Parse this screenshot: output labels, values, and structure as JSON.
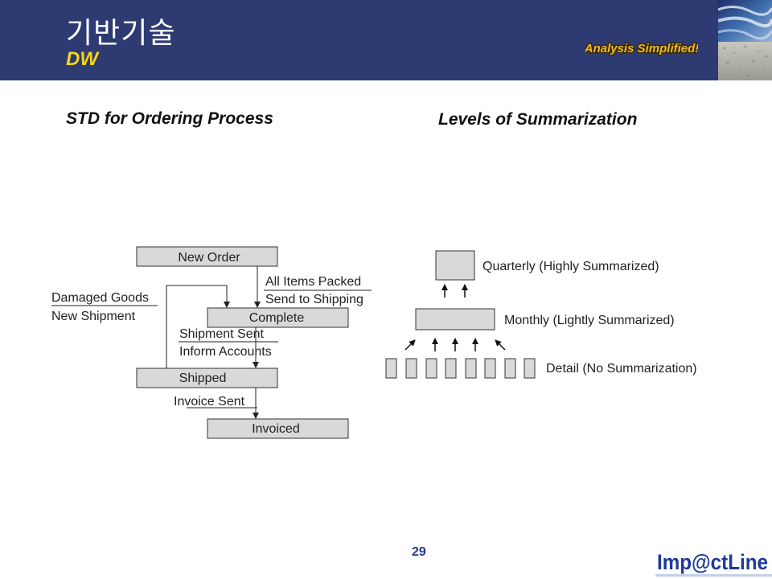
{
  "header": {
    "title_korean": "기반기술",
    "title_english": "DW",
    "tagline": "Analysis Simplified!"
  },
  "left_section": {
    "title": "STD for Ordering Process",
    "states": [
      "New Order",
      "Complete",
      "Shipped",
      "Invoiced"
    ],
    "transitions": {
      "new_to_complete_line1": "All Items Packed",
      "new_to_complete_line2": "Send to Shipping",
      "complete_to_shipped_line1": "Shipment Sent",
      "complete_to_shipped_line2": "Inform Accounts",
      "shipped_to_invoiced": "Invoice Sent",
      "shipped_to_complete_line1": "Damaged Goods",
      "shipped_to_complete_line2": "New Shipment"
    }
  },
  "right_section": {
    "title": "Levels of Summarization",
    "levels": {
      "quarterly": "Quarterly (Highly Summarized)",
      "monthly": "Monthly (Lightly Summarized)",
      "detail": "Detail (No Summarization)"
    }
  },
  "footer": {
    "page_number": "29",
    "logo_text": "Imp@ctLine"
  },
  "colors": {
    "header_bg": "#2e3a72",
    "title_accent": "#f5d418",
    "box_fill": "#d9d9d9",
    "page_number": "#1e3a8a",
    "logo_blue": "#1e3a9a"
  }
}
